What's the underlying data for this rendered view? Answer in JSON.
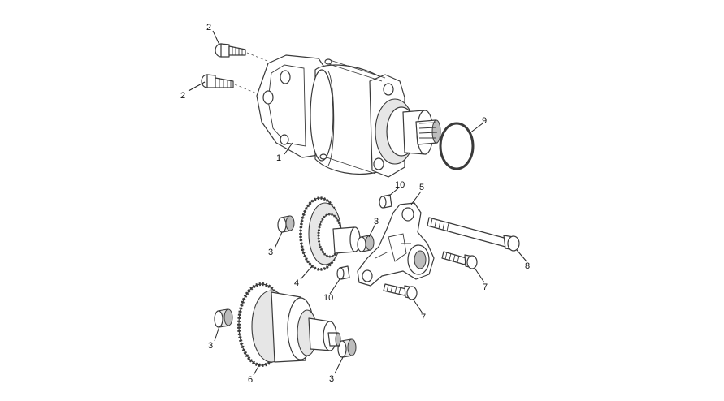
{
  "diagram": {
    "parts": [
      {
        "id": "starter-motor",
        "number": "1"
      },
      {
        "id": "bolt-starter-upper",
        "number": "2"
      },
      {
        "id": "bolt-starter-lower",
        "number": "2"
      },
      {
        "id": "needle-bearing-a",
        "number": "3"
      },
      {
        "id": "needle-bearing-b",
        "number": "3"
      },
      {
        "id": "needle-bearing-c",
        "number": "3"
      },
      {
        "id": "needle-bearing-d",
        "number": "3"
      },
      {
        "id": "idler-gear",
        "number": "4"
      },
      {
        "id": "idler-gear-bracket",
        "number": "5"
      },
      {
        "id": "starter-drive-gear",
        "number": "6"
      },
      {
        "id": "bracket-bolt-a",
        "number": "7"
      },
      {
        "id": "bracket-bolt-b",
        "number": "7"
      },
      {
        "id": "long-bolt",
        "number": "8"
      },
      {
        "id": "o-ring",
        "number": "9"
      },
      {
        "id": "dowel-a",
        "number": "10"
      },
      {
        "id": "dowel-b",
        "number": "10"
      }
    ],
    "labels": {
      "l1": "1",
      "l2a": "2",
      "l2b": "2",
      "l3a": "3",
      "l3b": "3",
      "l3c": "3",
      "l3d": "3",
      "l4": "4",
      "l5": "5",
      "l6": "6",
      "l7a": "7",
      "l7b": "7",
      "l8": "8",
      "l9": "9",
      "l10a": "10",
      "l10b": "10"
    }
  }
}
